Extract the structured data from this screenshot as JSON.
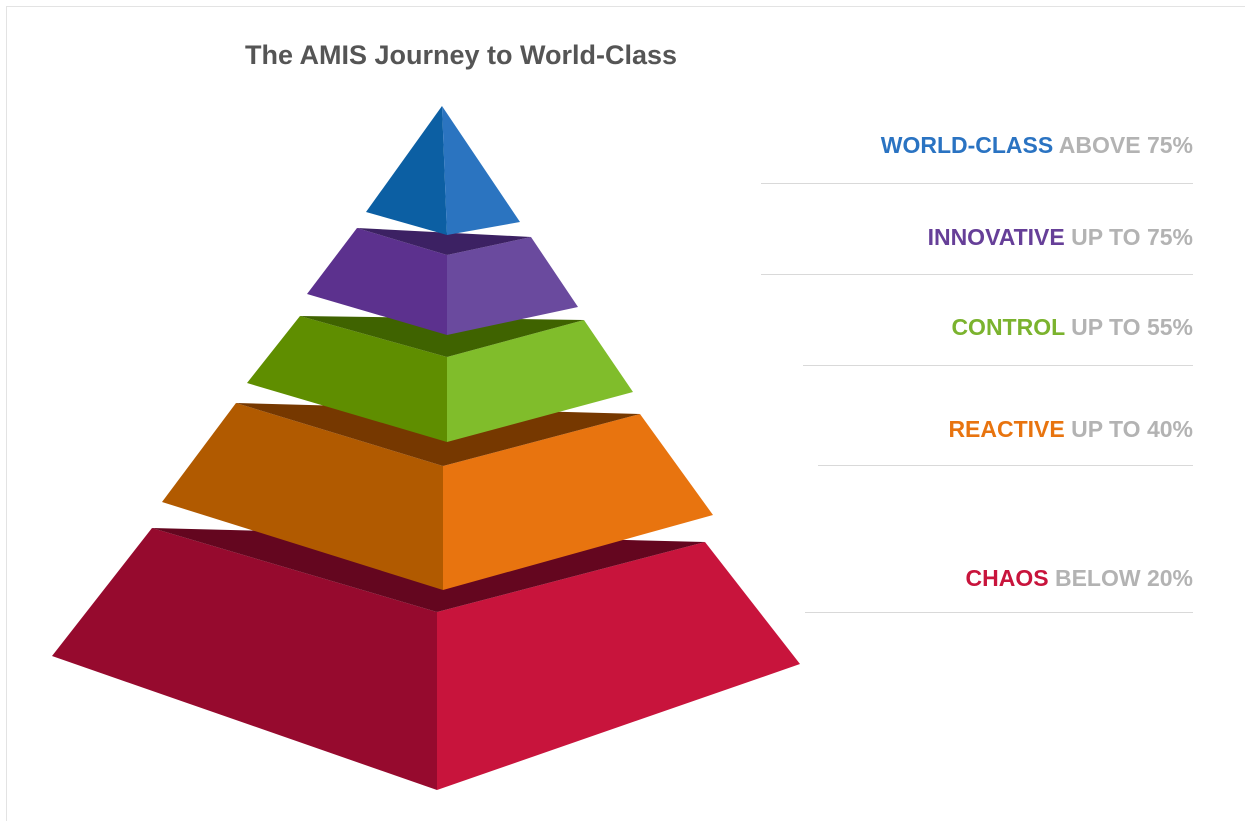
{
  "title": "The AMIS Journey to World-Class",
  "levels": [
    {
      "name": "WORLD-CLASS",
      "range": "ABOVE 75%",
      "color": "#2a73c2"
    },
    {
      "name": "INNOVATIVE",
      "range": "UP TO 75%",
      "color": "#663f98"
    },
    {
      "name": "CONTROL",
      "range": "UP TO 55%",
      "color": "#7bb32e"
    },
    {
      "name": "REACTIVE",
      "range": "UP TO 40%",
      "color": "#e8740f"
    },
    {
      "name": "CHAOS",
      "range": "BELOW 20%",
      "color": "#c8143c"
    }
  ]
}
